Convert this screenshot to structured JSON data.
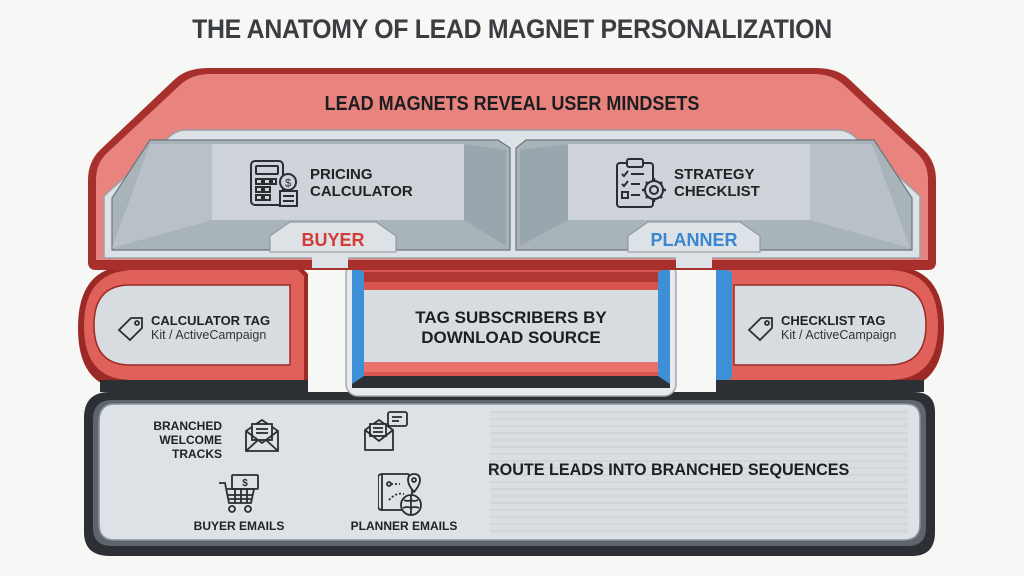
{
  "title": "THE ANATOMY OF LEAD MAGNET PERSONALIZATION",
  "colors": {
    "red": "#d9534f",
    "red_light": "#e7837d",
    "red_dark": "#9b2a27",
    "blue": "#3d8fd6",
    "dark": "#2c3035",
    "panel": "#d7dce0",
    "panel_dark": "#a9b4bb",
    "buyer_text": "#d23b36",
    "planner_text": "#3a86cf"
  },
  "top_layer": {
    "banner": "LEAD MAGNETS REVEAL USER MINDSETS",
    "cards": [
      {
        "label_line1": "PRICING",
        "label_line2": "CALCULATOR",
        "icon": "calculator-dollar-icon",
        "persona": "BUYER"
      },
      {
        "label_line1": "STRATEGY",
        "label_line2": "CHECKLIST",
        "icon": "clipboard-gear-icon",
        "persona": "PLANNER"
      }
    ]
  },
  "middle_layer": {
    "left_tag": {
      "title": "CALCULATOR TAG",
      "subtitle": "Kit / ActiveCampaign",
      "icon": "tag-icon"
    },
    "center": {
      "line1": "TAG SUBSCRIBERS BY",
      "line2": "DOWNLOAD SOURCE"
    },
    "right_tag": {
      "title": "CHECKLIST TAG",
      "subtitle": "Kit / ActiveCampaign",
      "icon": "tag-icon"
    }
  },
  "bottom_layer": {
    "welcome": {
      "line1": "BRANCHED",
      "line2": "WELCOME",
      "line3": "TRACKS",
      "icon": "envelope-open-icon"
    },
    "chat_icon": "envelope-chat-icon",
    "buyer_emails": {
      "label": "BUYER EMAILS",
      "icon": "shopping-cart-cash-icon"
    },
    "planner_emails": {
      "label": "PLANNER EMAILS",
      "icon": "map-brain-icon"
    },
    "route": "ROUTE LEADS INTO BRANCHED SEQUENCES"
  }
}
